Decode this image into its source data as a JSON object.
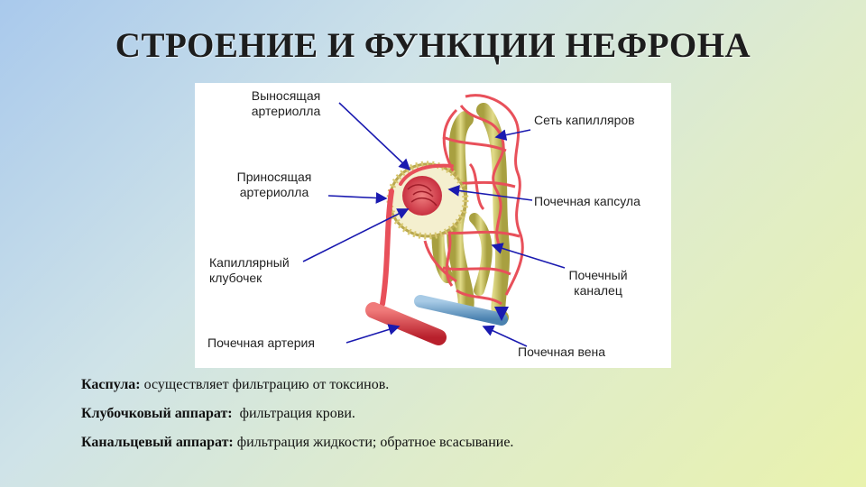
{
  "title": "СТРОЕНИЕ И ФУНКЦИИ НЕФРОНА",
  "diagram": {
    "labels": {
      "efferent": "Выносящая\nартериолла",
      "capillary_net": "Сеть капилляров",
      "afferent": "Приносящая\nартериолла",
      "capsule": "Почечная капсула",
      "glomerulus": "Капиллярный\nклубочек",
      "tubule": "Почечный\nканалец",
      "artery": "Почечная артерия",
      "vein": "Почечная вена"
    },
    "colors": {
      "vessel": "#e8505a",
      "tubule": "#c9c05a",
      "vein": "#6a9ec8",
      "arrow": "#1a1ab0"
    }
  },
  "notes": [
    {
      "term": "Каспула:",
      "text": " осуществляет фильтрацию от токсинов."
    },
    {
      "term": "Клубочковый аппарат:",
      "text": "  фильтрация крови."
    },
    {
      "term": "Канальцевый аппарат:",
      "text": " фильтрация жидкости; обратное всасывание."
    }
  ]
}
